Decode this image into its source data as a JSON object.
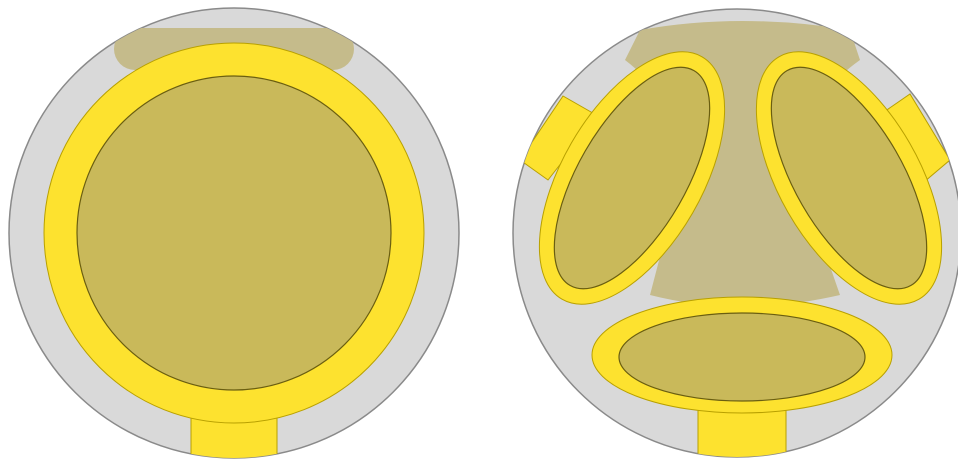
{
  "diagrams": [
    {
      "id": "single-lumen",
      "contact_count": 1
    },
    {
      "id": "three-lumen",
      "contact_count": 3
    }
  ],
  "colors": {
    "background": "#ffffff",
    "housing_fill": "#d9d9d9",
    "housing_stroke": "#8a8a8a",
    "contact_yellow": "#fde22f",
    "contact_stroke": "#b8a000",
    "cavity_fill": "#c9b95a",
    "cavity_stroke": "#6a5e10",
    "shadow_fill": "#c5bb8b"
  }
}
